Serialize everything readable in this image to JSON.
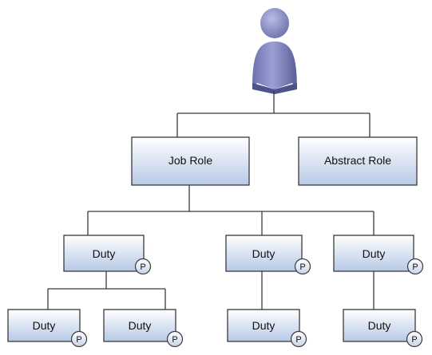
{
  "diagram": {
    "user_icon": "person-icon",
    "nodes": {
      "job_role": {
        "label": "Job Role"
      },
      "abstract_role": {
        "label": "Abstract Role"
      },
      "duty_1": {
        "label": "Duty",
        "badge": "P"
      },
      "duty_2": {
        "label": "Duty",
        "badge": "P"
      },
      "duty_3": {
        "label": "Duty",
        "badge": "P"
      },
      "duty_4": {
        "label": "Duty",
        "badge": "P"
      },
      "duty_5": {
        "label": "Duty",
        "badge": "P"
      },
      "duty_6": {
        "label": "Duty",
        "badge": "P"
      },
      "duty_7": {
        "label": "Duty",
        "badge": "P"
      }
    },
    "colors": {
      "box_top": "#ffffff",
      "box_bottom": "#b7c9e6",
      "box_border": "#3a3a3a",
      "connector": "#3a3a3a",
      "person": "#8a8fc6",
      "person_dark": "#5a5f96"
    }
  }
}
